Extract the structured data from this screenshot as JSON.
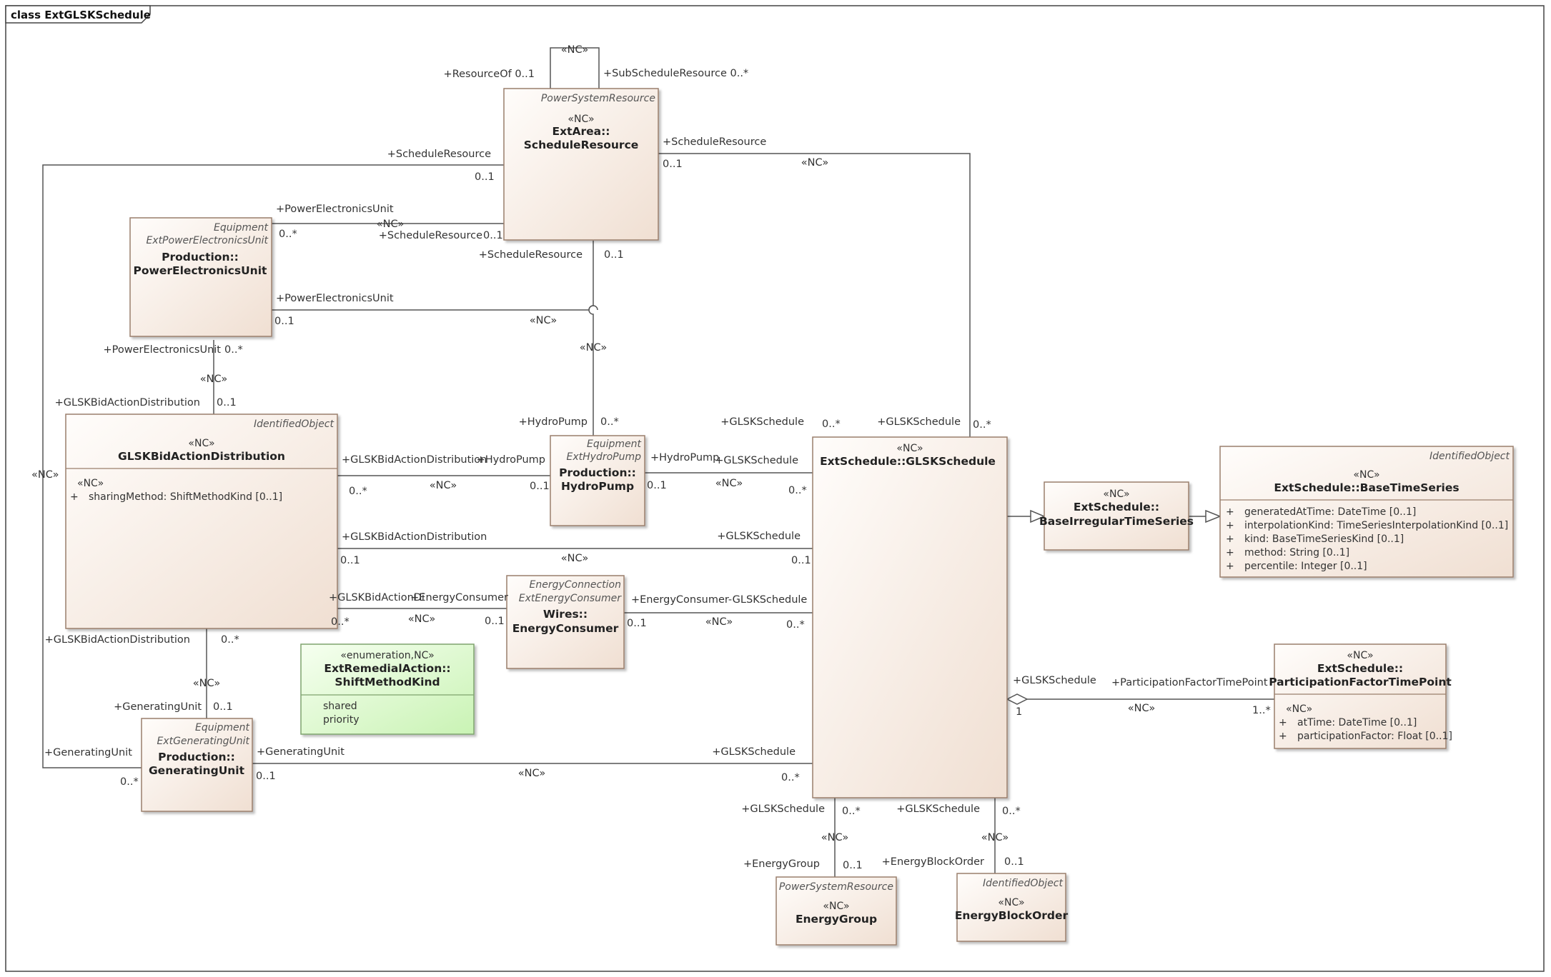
{
  "frame": {
    "title": "class ExtGLSKSchedule"
  },
  "colors": {
    "class_fill_start": "#fffdfb",
    "class_fill_end": "#f0dfd2",
    "class_border": "#9a7f6c",
    "enum_fill_start": "#f6fff0",
    "enum_fill_end": "#c9f3b4",
    "enum_border": "#7fa36e",
    "line": "#555555"
  },
  "classes": {
    "schedule_resource": {
      "superclass": "PowerSystemResource",
      "stereotype": "«NC»",
      "name_line1": "ExtArea::",
      "name_line2": "ScheduleResource"
    },
    "power_electronics_unit": {
      "superclass": "Equipment",
      "subclass": "ExtPowerElectronicsUnit",
      "name_line1": "Production::",
      "name_line2": "PowerElectronicsUnit"
    },
    "glsk_bid_action_distribution": {
      "superclass": "IdentifiedObject",
      "stereotype": "«NC»",
      "name": "GLSKBidActionDistribution",
      "attr_stereotype": "«NC»",
      "attributes": [
        "sharingMethod: ShiftMethodKind [0..1]"
      ]
    },
    "hydro_pump": {
      "superclass": "Equipment",
      "subclass": "ExtHydroPump",
      "name_line1": "Production::",
      "name_line2": "HydroPump"
    },
    "energy_consumer": {
      "superclass": "EnergyConnection",
      "subclass": "ExtEnergyConsumer",
      "name_line1": "Wires::",
      "name_line2": "EnergyConsumer"
    },
    "generating_unit": {
      "superclass": "Equipment",
      "subclass": "ExtGeneratingUnit",
      "name_line1": "Production::",
      "name_line2": "GeneratingUnit"
    },
    "shift_method_kind": {
      "stereotype": "«enumeration,NC»",
      "name_line1": "ExtRemedialAction::",
      "name_line2": "ShiftMethodKind",
      "literals": [
        "shared",
        "priority"
      ]
    },
    "glsk_schedule": {
      "stereotype": "«NC»",
      "name": "ExtSchedule::GLSKSchedule"
    },
    "base_irregular_time_series": {
      "stereotype": "«NC»",
      "name_line1": "ExtSchedule::",
      "name_line2": "BaseIrregularTimeSeries"
    },
    "base_time_series": {
      "superclass": "IdentifiedObject",
      "stereotype": "«NC»",
      "name": "ExtSchedule::BaseTimeSeries",
      "attributes": [
        "generatedAtTime: DateTime [0..1]",
        "interpolationKind: TimeSeriesInterpolationKind [0..1]",
        "kind: BaseTimeSeriesKind [0..1]",
        "method: String [0..1]",
        "percentile: Integer [0..1]"
      ]
    },
    "participation_factor_time_point": {
      "stereotype": "«NC»",
      "name_line1": "ExtSchedule::",
      "name_line2": "ParticipationFactorTimePoint",
      "attr_stereotype": "«NC»",
      "attributes": [
        "atTime: DateTime [0..1]",
        "participationFactor: Float [0..1]"
      ]
    },
    "energy_group": {
      "superclass": "PowerSystemResource",
      "stereotype": "«NC»",
      "name": "EnergyGroup"
    },
    "energy_block_order": {
      "superclass": "IdentifiedObject",
      "stereotype": "«NC»",
      "name": "EnergyBlockOrder"
    }
  },
  "labels": {
    "self_nc": "«NC»",
    "self_resource_of": "+ResourceOf 0..1",
    "self_sub_schedule": "+SubScheduleResource 0..*",
    "sr_left_role": "+ScheduleResource",
    "sr_left_mult": "0..1",
    "left_nc": "«NC»",
    "sr_right_role": "+ScheduleResource",
    "sr_right_mult": "0..1",
    "sr_right_nc": "«NC»",
    "peu_sr_role1": "+PowerElectronicsUnit",
    "peu_sr_mult1": "0..*",
    "peu_sr_nc": "«NC»",
    "peu_sr_role2": "+ScheduleResource",
    "peu_sr_mult2": "0..1",
    "sr_hp_role": "+ScheduleResource",
    "sr_hp_mult": "0..1",
    "sr_hp_nc": "«NC»",
    "hp_sr_role": "+HydroPump",
    "hp_sr_mult": "0..*",
    "peu_gs_role": "+PowerElectronicsUnit",
    "peu_gs_mult": "0..1",
    "peu_gs_nc": "«NC»",
    "peu_gs_gs_role": "+GLSKSchedule",
    "peu_gs_gs_mult": "0..*",
    "sr_gs_role": "+GLSKSchedule",
    "sr_gs_mult": "0..*",
    "peu_gbad_role": "+PowerElectronicsUnit",
    "peu_gbad_mult": "0..*",
    "peu_gbad_nc": "«NC»",
    "gbad_peu_role": "+GLSKBidActionDistribution",
    "gbad_peu_mult": "0..1",
    "gbad_hp_role": "+GLSKBidActionDistribution",
    "gbad_hp_mult": "0..*",
    "gbad_hp_nc": "«NC»",
    "hp_gbad_role": "+HydroPump",
    "hp_gbad_mult": "0..1",
    "hp_gs_role": "+HydroPump",
    "hp_gs_mult": "0..1",
    "hp_gs_nc": "«NC»",
    "hp_gs_gs_role": "+GLSKSchedule",
    "hp_gs_gs_mult": "0..*",
    "gbad_gs_role": "+GLSKBidActionDistribution",
    "gbad_gs_mult": "0..1",
    "gbad_gs_nc": "«NC»",
    "gbad_gs_gs_role": "+GLSKSchedule",
    "gbad_gs_gs_mult": "0..1",
    "gbad_ec_role": "+GLSKBidActionDi",
    "gbad_ec_mult": "0..*",
    "gbad_ec_nc": "«NC»",
    "ec_gbad_role": "+EnergyConsumer",
    "ec_gbad_mult": "0..1",
    "ec_gs_role": "+EnergyConsumer-GLSKSchedule",
    "ec_gs_mult": "0..1",
    "ec_gs_nc": "«NC»",
    "ec_gs_gs_mult": "0..*",
    "gbad_gu_role": "+GLSKBidActionDistribution",
    "gbad_gu_mult": "0..*",
    "gbad_gu_nc": "«NC»",
    "gu_gbad_role": "+GeneratingUnit",
    "gu_gbad_mult": "0..1",
    "gu_sr_role": "+GeneratingUnit",
    "gu_sr_mult": "0..*",
    "gu_gs_role": "+GeneratingUnit",
    "gu_gs_mult": "0..1",
    "gu_gs_nc": "«NC»",
    "gu_gs_gs_role": "+GLSKSchedule",
    "gu_gs_gs_mult": "0..*",
    "pftp_gs_role": "+GLSKSchedule",
    "pftp_gs_mult": "1",
    "pftp_role": "+ParticipationFactorTimePoint",
    "pftp_mult": "1..*",
    "pftp_nc": "«NC»",
    "eg_gs_role": "+GLSKSchedule",
    "eg_gs_mult": "0..*",
    "eg_nc": "«NC»",
    "eg_role": "+EnergyGroup",
    "eg_mult": "0..1",
    "ebo_gs_role": "+GLSKSchedule",
    "ebo_gs_mult": "0..*",
    "ebo_nc": "«NC»",
    "ebo_role": "+EnergyBlockOrder",
    "ebo_mult": "0..1"
  }
}
